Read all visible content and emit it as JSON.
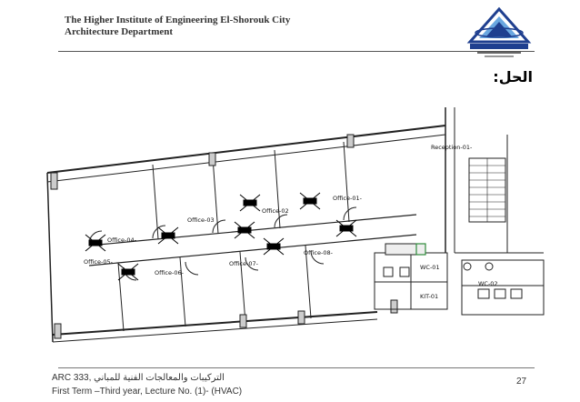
{
  "header": {
    "institute": "The Higher Institute of Engineering El-Shorouk City",
    "department": "Architecture Department"
  },
  "slide": {
    "heading": "الحل:"
  },
  "plan": {
    "labels": {
      "reception": "Reception-01-",
      "office01": "Office-01-",
      "office02": "Office-02",
      "office03": "Office-03",
      "office04": "Office-04-",
      "office05": "Office-05-",
      "office06": "Office-06-",
      "office07": "Office-07-",
      "office08": "Office-08-",
      "wc01": "WC-01",
      "wc02": "WC-02",
      "kit01": "KIT-01"
    }
  },
  "footer": {
    "course_line": "ARC 333, التركيبات والمعالجات الفنية للمباني",
    "term_line": "First Term –Third year, Lecture No. (1)- (HVAC)",
    "page_number": "27"
  },
  "colors": {
    "logo_blue": "#1f3f8f",
    "logo_light": "#6aa7e0",
    "vent_green": "#2e8b3a"
  }
}
